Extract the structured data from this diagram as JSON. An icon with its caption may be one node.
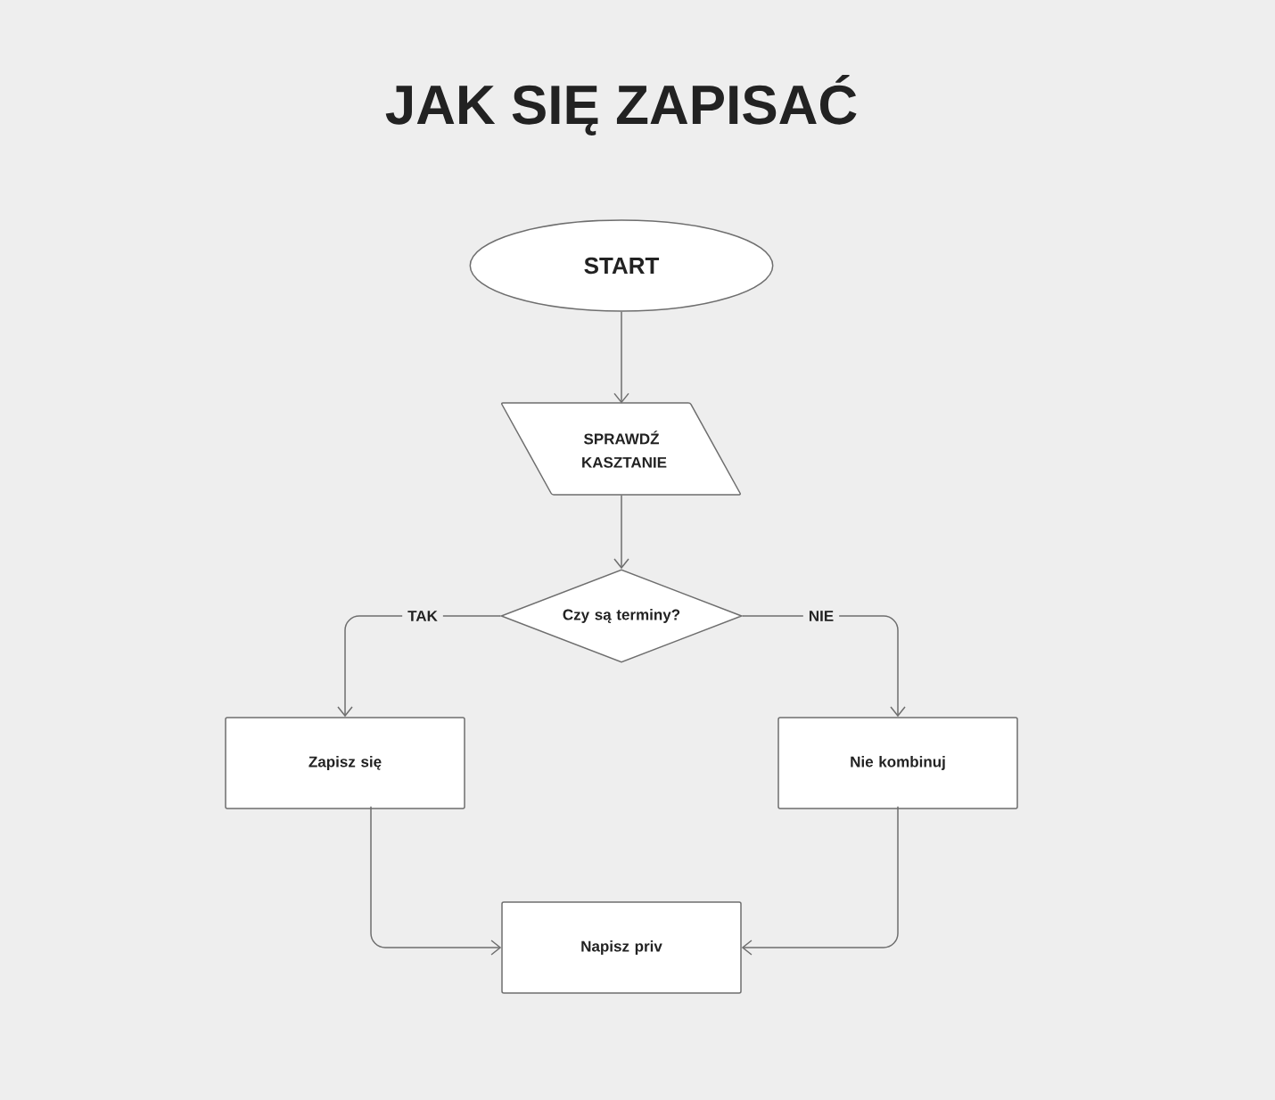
{
  "diagram": {
    "title": "JAK SIĘ ZAPISAĆ",
    "nodes": [
      {
        "text": [
          "START"
        ]
      },
      {
        "text": [
          "SPRAWDŹ KASZTANIE"
        ]
      },
      {
        "text": [
          "Czy są terminy?"
        ]
      },
      {
        "text": [
          "Zapisz się"
        ]
      },
      {
        "text": [
          "Nie kombinuj"
        ]
      },
      {
        "text": [
          "Napisz priv"
        ]
      }
    ],
    "edges": [
      {
        "from": 0,
        "to": 1,
        "arrow": "to"
      },
      {
        "from": 1,
        "to": 2,
        "arrow": "to"
      },
      {
        "from": 2,
        "to": 3,
        "arrow": "to",
        "label": "TAK"
      },
      {
        "from": 2,
        "to": 4,
        "arrow": "to",
        "label": "NIE"
      },
      {
        "from": 3,
        "to": 5,
        "arrow": "to"
      },
      {
        "from": 4,
        "to": 5,
        "arrow": "to"
      }
    ]
  }
}
